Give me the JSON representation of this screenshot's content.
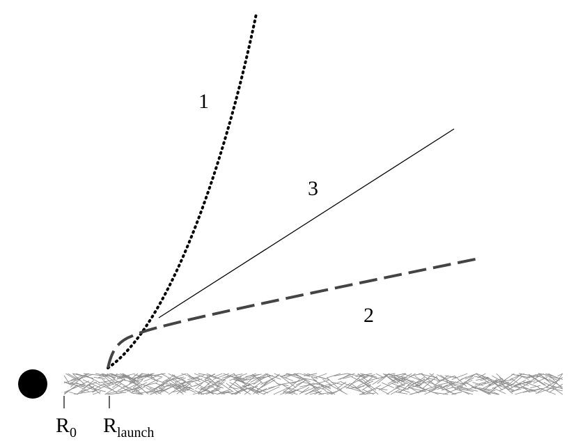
{
  "curves": {
    "curve_1_label": "1",
    "curve_2_label": "2",
    "curve_3_label": "3"
  },
  "axis_markers": {
    "r0_main": "R",
    "r0_sub": "0",
    "rlaunch_main": "R",
    "rlaunch_sub": "launch"
  },
  "colors": {
    "ink": "#000000",
    "dashed_curve": "#444444",
    "disk": "#8c8c8c"
  }
}
